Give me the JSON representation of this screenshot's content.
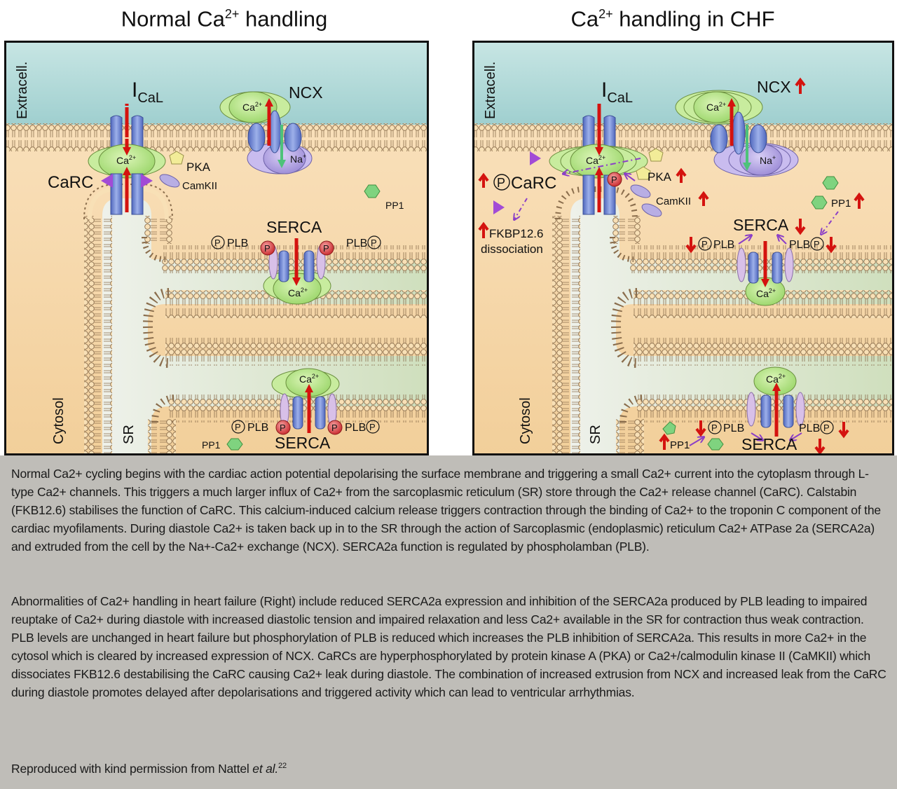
{
  "titles": {
    "left": {
      "prefix": "Normal Ca",
      "sup": "2+",
      "suffix": " handling"
    },
    "right": {
      "prefix": "Ca",
      "sup": "2+",
      "suffix": " handling in CHF"
    }
  },
  "colors": {
    "extracellular": "#b9dcdc",
    "cytosol": "#f5d9ad",
    "sr_lumen": "#dfe8d8",
    "membrane_head": "#f6dcb0",
    "membrane_stroke": "#8a6d4c",
    "channel_blue": "#6f86d2",
    "ca_green": "#b9e38e",
    "na_purple": "#b5a7e0",
    "flux_red": "#d4130f",
    "na_arrow_green": "#4dc27a",
    "fkbp_purple": "#a24bd6",
    "pka_yellow": "#f2ec98",
    "pp1_green": "#7fd37f",
    "dashed_purple": "#8b3fc7",
    "caption_bg": "#bfbdb8"
  },
  "left_panel": {
    "region_labels": {
      "extracell": "Extracell.",
      "cytosol": "Cytosol",
      "sr": "SR"
    },
    "ical": {
      "main": "I",
      "sub": "CaL"
    },
    "ncx": "NCX",
    "ca_ion": {
      "base": "Ca",
      "sup": "2+"
    },
    "na_ion": {
      "base": "Na",
      "sup": "+"
    },
    "carc": "CaRC",
    "pka": "PKA",
    "camkii": "CamKII",
    "pp1_top": "PP1",
    "pp1_bottom": "PP1",
    "serca_top": "SERCA",
    "serca_bottom": "SERCA",
    "p_plb": "PLB",
    "plb_p": "PLB",
    "p_symbol": "P"
  },
  "right_panel": {
    "region_labels": {
      "extracell": "Extracell.",
      "cytosol": "Cytosol",
      "sr": "SR"
    },
    "ical": {
      "main": "I",
      "sub": "CaL"
    },
    "ncx": "NCX",
    "ca_ion": {
      "base": "Ca",
      "sup": "2+"
    },
    "na_ion": {
      "base": "Na",
      "sup": "+"
    },
    "p_carc": "CaRC",
    "fkbp_line1": "FKBP12.6",
    "fkbp_line2": "dissociation",
    "pka": "PKA",
    "camkii": "CamKII",
    "pp1_top": "PP1",
    "pp1_bottom": "PP1",
    "serca_top": "SERCA",
    "serca_bottom": "SERCA",
    "p_plb": "PLB",
    "plb_p": "PLB",
    "p_symbol": "P",
    "changes": {
      "ncx": "up",
      "p_carc": "up",
      "fkbp_dissociation": "up",
      "pka": "up",
      "camkii": "up",
      "pp1": "up",
      "serca": "down",
      "p_plb": "down",
      "plb_p": "down"
    }
  },
  "caption": {
    "paragraph1": "Normal Ca2+ cycling begins with the cardiac action potential depolarising the surface membrane and triggering a small Ca2+ current into the cytoplasm through L-type Ca2+ channels.  This triggers a much larger influx of Ca2+ from the sarcoplasmic reticulum (SR) store through the Ca2+ release channel (CaRC).  Calstabin (FKB12.6) stabilises the function of CaRC.  This calcium-induced calcium release triggers contraction through the binding of Ca2+ to the troponin C component of the cardiac myofilaments.  During diastole Ca2+ is taken back up in to the SR through the action of Sarcoplasmic (endoplasmic) reticulum Ca2+ ATPase 2a (SERCA2a) and extruded from the cell by the Na+-Ca2+ exchange (NCX).  SERCA2a function is regulated by phospholamban (PLB).",
    "paragraph2": "Abnormalities of Ca2+ handling in heart failure (Right) include reduced SERCA2a expression and inhibition of the SERCA2a produced by PLB leading to impaired reuptake of Ca2+ during diastole with increased diastolic tension and impaired relaxation and less Ca2+ available in the SR for contraction thus weak contraction.  PLB levels are unchanged in heart failure but phosphorylation of PLB is reduced which increases the PLB inhibition of SERCA2a.  This results in more Ca2+ in the cytosol which is cleared by increased expression of NCX.  CaRCs are hyperphosphorylated by protein kinase A (PKA) or Ca2+/calmodulin kinase II (CaMKII) which dissociates FKB12.6 destabilising the CaRC causing Ca2+ leak during diastole. The combination of increased extrusion from NCX and increased leak from the CaRC during diastole promotes delayed after depolarisations and triggered activity which can lead to ventricular arrhythmias.",
    "credit_prefix": "Reproduced with kind permission from Nattel ",
    "credit_italic": "et al.",
    "credit_ref": "22"
  }
}
